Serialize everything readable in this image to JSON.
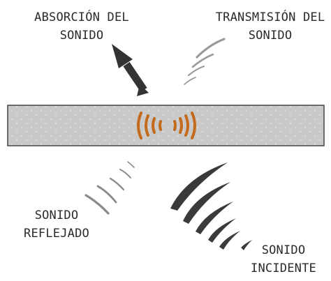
{
  "labels": {
    "absorcion": [
      "ABSORCIÓN DEL",
      "SONIDO"
    ],
    "transmision": [
      "TRANSMISIÓN DEL",
      "SONIDO"
    ],
    "reflejado": [
      "SONIDO",
      "REFLEJADO"
    ],
    "incidente": [
      "SONIDO",
      "INCIDENTE"
    ]
  },
  "colors": {
    "text": "#2b2b2b",
    "panel_fill": "#c9c9c9",
    "panel_stroke": "#444444",
    "panel_dots": "#dcdcdc",
    "absorbed_waves": "#c46a1d",
    "incident_waves": "#3a3a3a",
    "reflected_waves": "#8a8a8a",
    "transmitted_waves": "#9b9b9b",
    "arrow": "#333333"
  },
  "icons": {
    "absorption": "arrow-up-left-icon",
    "panel_waves": "sound-waves-icon"
  }
}
